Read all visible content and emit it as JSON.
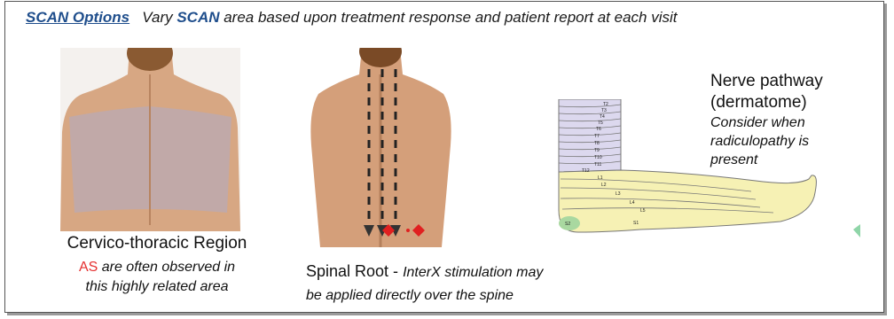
{
  "header": {
    "title_link": "SCAN Options",
    "text_pre": "Vary ",
    "text_scan": "SCAN",
    "text_post": " area based upon treatment response and patient report at each visit"
  },
  "panels": {
    "cervico": {
      "title": "Cervico-thoracic Region",
      "note_as": "AS",
      "note_rest": " are often observed in",
      "note_line2": "this highly related area"
    },
    "spinal": {
      "title": "Spinal Root - ",
      "note_a": "InterX stimulation may",
      "note_b": "be applied directly over the spine"
    },
    "nerve": {
      "line1": "Nerve pathway",
      "line2": "(dermatome)",
      "note1": "Consider when",
      "note2": "radiculopathy is",
      "note3": "present"
    }
  },
  "dermatome_labels": [
    "T2",
    "T3",
    "T4",
    "T5",
    "T6",
    "T7",
    "T8",
    "T9",
    "T10",
    "T11",
    "T12",
    "L1",
    "L2",
    "L3",
    "L4",
    "L5",
    "S1",
    "S2"
  ],
  "colors": {
    "accent_blue": "#1f4e8c",
    "accent_red": "#e53030",
    "skin": "#d9a57e",
    "treatment_area": "#b9a9b4",
    "thoracic_band": "#dcd8ee",
    "lumbar_band": "#f6f1b4"
  }
}
